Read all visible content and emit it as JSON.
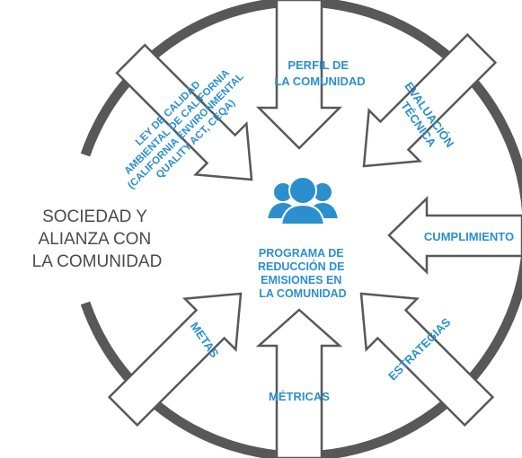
{
  "colors": {
    "ring": "#58585a",
    "arrow_outline": "#58585a",
    "arrow_fill": "#ffffff",
    "blue": "#2b8fce",
    "dark_text": "#4a4a4a"
  },
  "center": {
    "icon": "community-group-icon",
    "lines": [
      "PROGRAMA DE",
      "REDUCCIÓN DE",
      "EMISIONES EN",
      "LA COMUNIDAD"
    ]
  },
  "left_label": {
    "lines": [
      "SOCIEDAD Y",
      "ALIANZA CON",
      "LA COMUNIDAD"
    ]
  },
  "arrows": {
    "top": {
      "lines": [
        "PERFIL DE",
        "LA COMUNIDAD"
      ]
    },
    "top_left": {
      "lines": [
        "LEY DE CALIDAD",
        "AMBIENTAL DE CALIFORNIA",
        "(CALIFORNIA ENVIRONMENTAL",
        "QUALITY ACT, CEQA)"
      ]
    },
    "top_right": {
      "lines": [
        "EVALUACIÓN",
        "TÉCNICA"
      ]
    },
    "right": {
      "lines": [
        "CUMPLIMIENTO"
      ]
    },
    "bottom_right": {
      "lines": [
        "ESTRATEGIAS"
      ]
    },
    "bottom": {
      "lines": [
        "MÉTRICAS"
      ]
    },
    "bottom_left": {
      "lines": [
        "METAS"
      ]
    }
  }
}
